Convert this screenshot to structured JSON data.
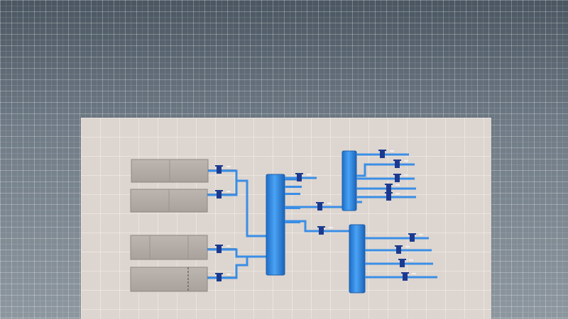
{
  "diagram": {
    "colors": {
      "pipe": "#3a8ee6",
      "pipe_outline": "#1b5fa8",
      "header": "#2f86e0",
      "valve": "#1b3a8f",
      "tank_fill": "#b4ada7",
      "tank_stroke": "#8e8781",
      "canvas": "#ddd5cf"
    },
    "tanks_count": 4,
    "main_manifold": "main",
    "sub_manifolds": [
      "upper",
      "lower"
    ],
    "upper_outlets": 6,
    "lower_outlets": 4
  }
}
